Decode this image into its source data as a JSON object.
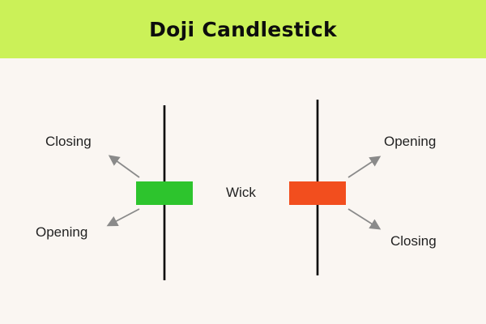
{
  "header": {
    "title": "Doji Candlestick"
  },
  "diagram": {
    "left_candle": {
      "top_label": "Closing",
      "bottom_label": "Opening",
      "body_color": "#2dc42d"
    },
    "right_candle": {
      "top_label": "Opening",
      "bottom_label": "Closing",
      "body_color": "#f24e1e"
    },
    "wick_label": "Wick"
  },
  "colors": {
    "banner": "#cbf158",
    "background": "#faf6f2",
    "wick": "#000000",
    "arrow": "#8a8a8a",
    "text": "#222222",
    "title": "#0d0d0d"
  }
}
